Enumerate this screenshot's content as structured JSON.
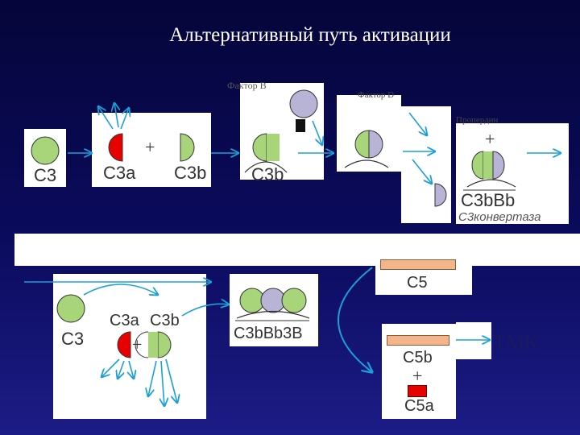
{
  "title": "Альтернативный путь активации",
  "labels": {
    "c3": "C3",
    "c3a": "C3a",
    "c3b": "C3b",
    "c3b_mid": "C3b",
    "factor_b": "Фактор B",
    "factor_d": "Фактор D",
    "properdin": "Пропердин",
    "c3bbb": "C3bBb",
    "c3_convertase": "C3конвертаза",
    "c3_lower": "C3",
    "c3a_lower": "C3a",
    "c3b_lower": "C3b",
    "c3bbb3b": "C3bBb3B",
    "c5": "C5",
    "c5b": "C5b",
    "c5a": "C5a",
    "tmk": "ТМК"
  },
  "colors": {
    "green": "#a9d57a",
    "lavender": "#b8b4d6",
    "red": "#e60000",
    "orange": "#f4b58a",
    "arrow": "#1aa0d8"
  }
}
